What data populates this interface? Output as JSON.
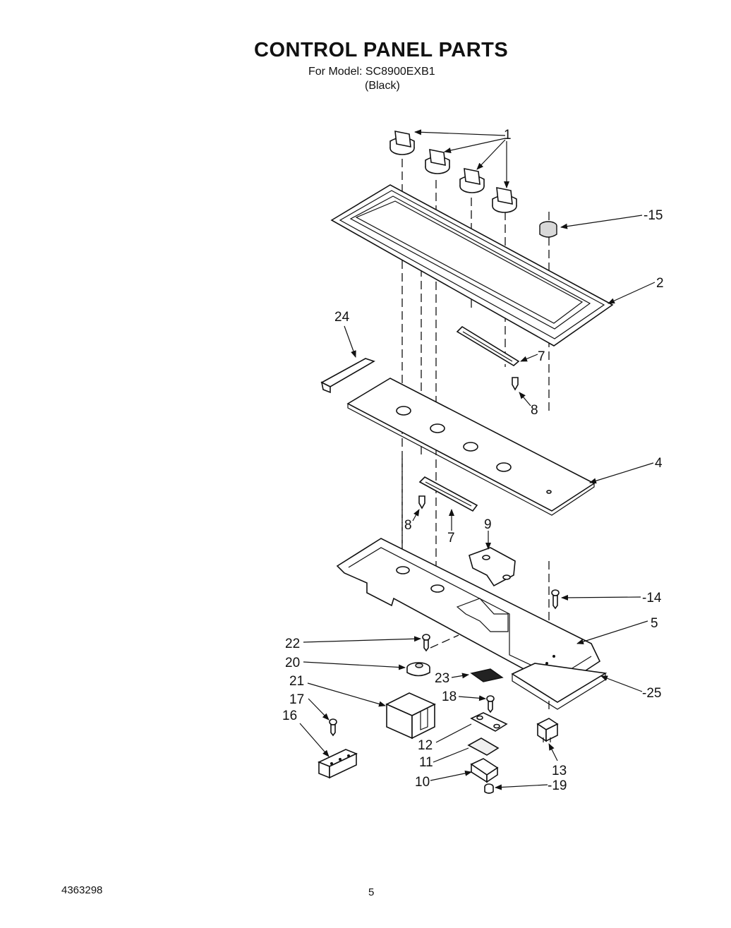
{
  "header": {
    "title": "CONTROL PANEL PARTS",
    "model_line": "For Model: SC8900EXB1",
    "color_line": "(Black)"
  },
  "footer": {
    "doc_number": "4363298",
    "page_number": "5"
  },
  "callouts": {
    "c1": "1",
    "c2": "2",
    "c4": "4",
    "c5": "5",
    "c7a": "7",
    "c7b": "7",
    "c8a": "8",
    "c8b": "8",
    "c9": "9",
    "c10": "10",
    "c11": "11",
    "c12": "12",
    "c13": "13",
    "c14": "-14",
    "c15": "-15",
    "c16": "16",
    "c17": "17",
    "c18": "18",
    "c19": "-19",
    "c20": "20",
    "c21": "21",
    "c22": "22",
    "c23": "23",
    "c24": "24",
    "c25": "-25"
  }
}
